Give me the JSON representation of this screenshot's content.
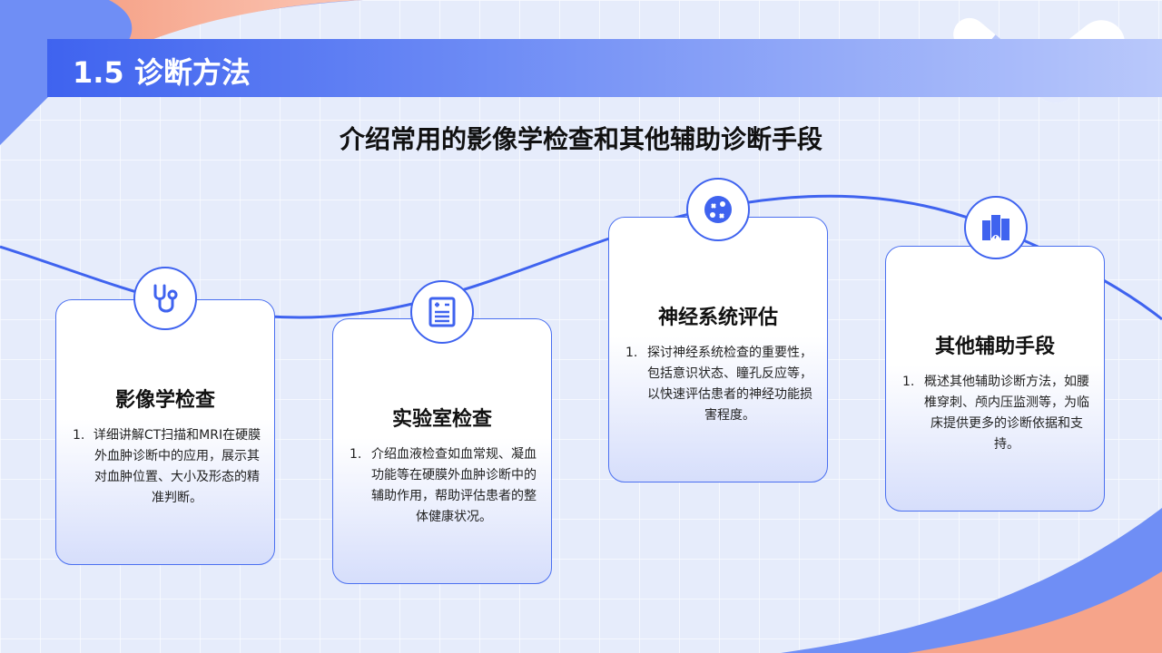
{
  "header": {
    "title": "1.5 诊断方法"
  },
  "subtitle": "介绍常用的影像学检查和其他辅助诊断手段",
  "cards": [
    {
      "title": "影像学检查",
      "num": "1.",
      "desc": "详细讲解CT扫描和MRI在硬膜外血肿诊断中的应用，展示其对血肿位置、大小及形态的精准判断。",
      "icon": "stethoscope-icon"
    },
    {
      "title": "实验室检查",
      "num": "1.",
      "desc": "介绍血液检查如血常规、凝血功能等在硬膜外血肿诊断中的辅助作用，帮助评估患者的整体健康状况。",
      "icon": "clipboard-icon"
    },
    {
      "title": "神经系统评估",
      "num": "1.",
      "desc": "探讨神经系统检查的重要性，包括意识状态、瞳孔反应等，以快速评估患者的神经功能损害程度。",
      "icon": "strategy-icon"
    },
    {
      "title": "其他辅助手段",
      "num": "1.",
      "desc": "概述其他辅助诊断方法，如腰椎穿刺、颅内压监测等，为临床提供更多的诊断依据和支持。",
      "icon": "city-road-icon"
    }
  ],
  "colors": {
    "accent": "#3f63ef",
    "coral": "#f6a48a",
    "background": "#e6ecfb"
  }
}
